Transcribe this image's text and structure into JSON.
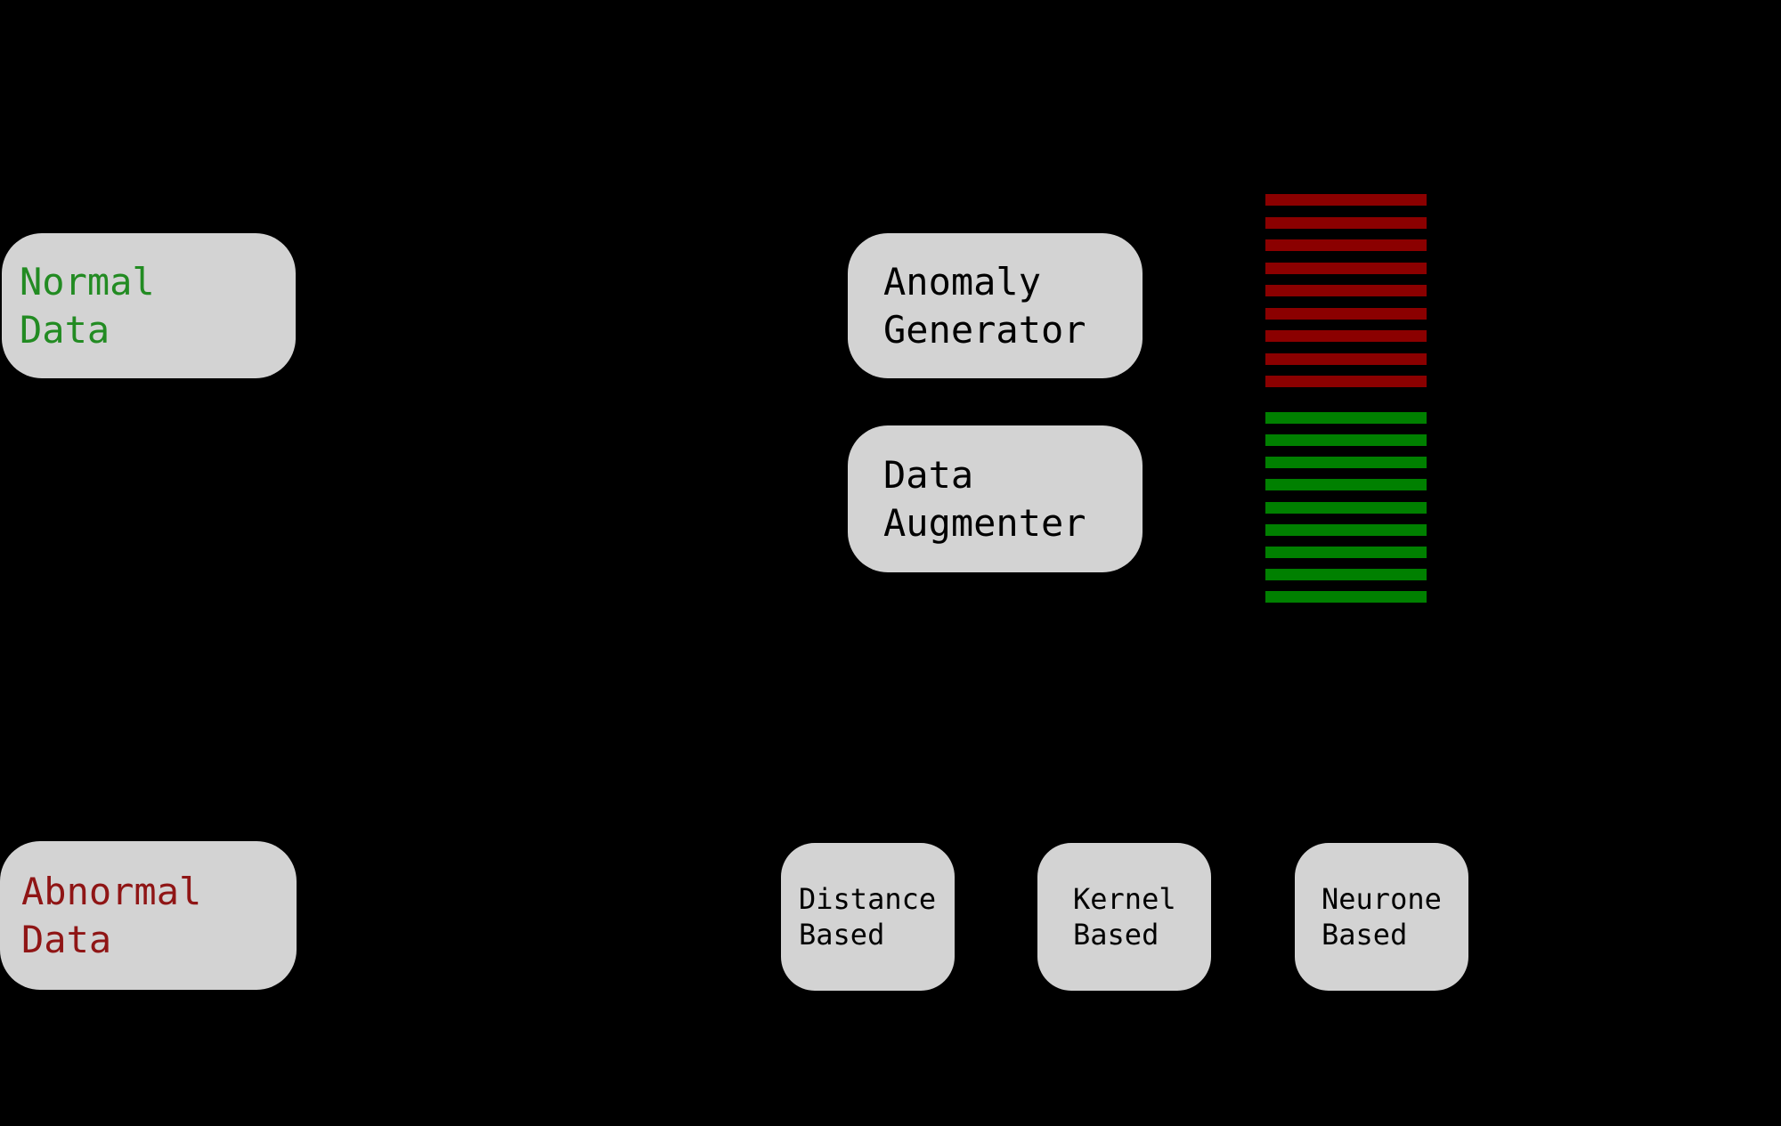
{
  "diagram": {
    "colors": {
      "background": "#000000",
      "box_fill": "#d3d3d3",
      "normal_text_green": "#228B22",
      "abnormal_text_red": "#8f1515",
      "label_text_black": "#000000",
      "abnormal_stripe_red": "#8b0000",
      "normal_stripe_green": "#008000"
    },
    "boxes": {
      "normal_data": {
        "line1": "Normal",
        "line2": "Data",
        "text_color": "#228B22"
      },
      "anomaly_generator": {
        "line1": "Anomaly",
        "line2": "Generator",
        "text_color": "#000000"
      },
      "data_augmenter": {
        "line1": "Data",
        "line2": "Augmenter",
        "text_color": "#000000"
      },
      "abnormal_data": {
        "line1": "Abnormal",
        "line2": "Data",
        "text_color": "#8f1515"
      },
      "distance_based": {
        "line1": "Distance",
        "line2": "Based",
        "text_color": "#000000"
      },
      "kernel_based": {
        "line1": "Kernel",
        "line2": "Based",
        "text_color": "#000000"
      },
      "neurone_based": {
        "line1": "Neurone",
        "line2": "Based",
        "text_color": "#000000"
      }
    },
    "stripe_stacks": [
      {
        "name": "abnormal-sample-stripes",
        "color": "#8b0000",
        "count": 9
      },
      {
        "name": "normal-sample-stripes",
        "color": "#008000",
        "count": 9
      }
    ]
  }
}
